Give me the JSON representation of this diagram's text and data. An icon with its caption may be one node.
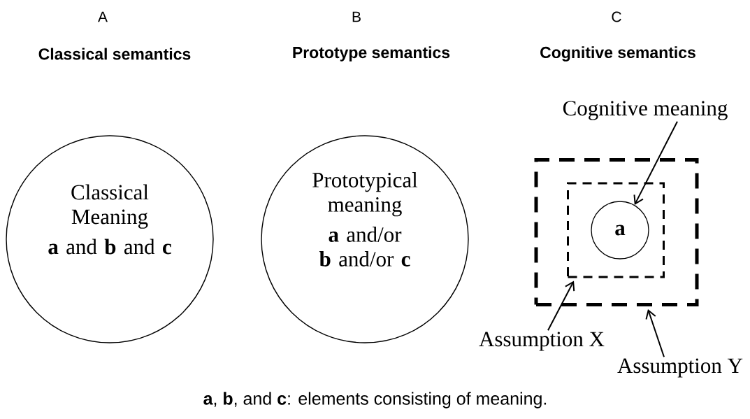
{
  "diagram": {
    "caption": "**a**, **b**, and **c**: elements consisting of meaning.",
    "nodes": [
      {
        "text": [
          "Classical Meaning",
          "**a** and **b** and **c**"
        ]
      },
      {
        "text": [
          "Prototypical meaning",
          "**a** and/or **b** and/or **c**"
        ]
      },
      {
        "text": [],
        "shape": "box"
      },
      {
        "text": [],
        "shape": "box",
        "in": 2
      },
      {
        "text": [
          "a"
        ],
        "in": 3
      },
      {
        "text": [
          "Cognitive meaning"
        ]
      },
      {
        "text": [
          "Assumption X"
        ]
      },
      {
        "text": [
          "Assumption Y"
        ]
      }
    ],
    "edges": [
      {
        "from": 5,
        "to": 4,
        "arrow": "to"
      },
      {
        "from": 6,
        "to": 3,
        "arrow": "to"
      },
      {
        "from": 7,
        "to": 2,
        "arrow": "to"
      }
    ],
    "labels": [
      "A",
      "B",
      "C",
      "Classical semantics",
      "Prototype semantics",
      "Cognitive semantics"
    ]
  }
}
